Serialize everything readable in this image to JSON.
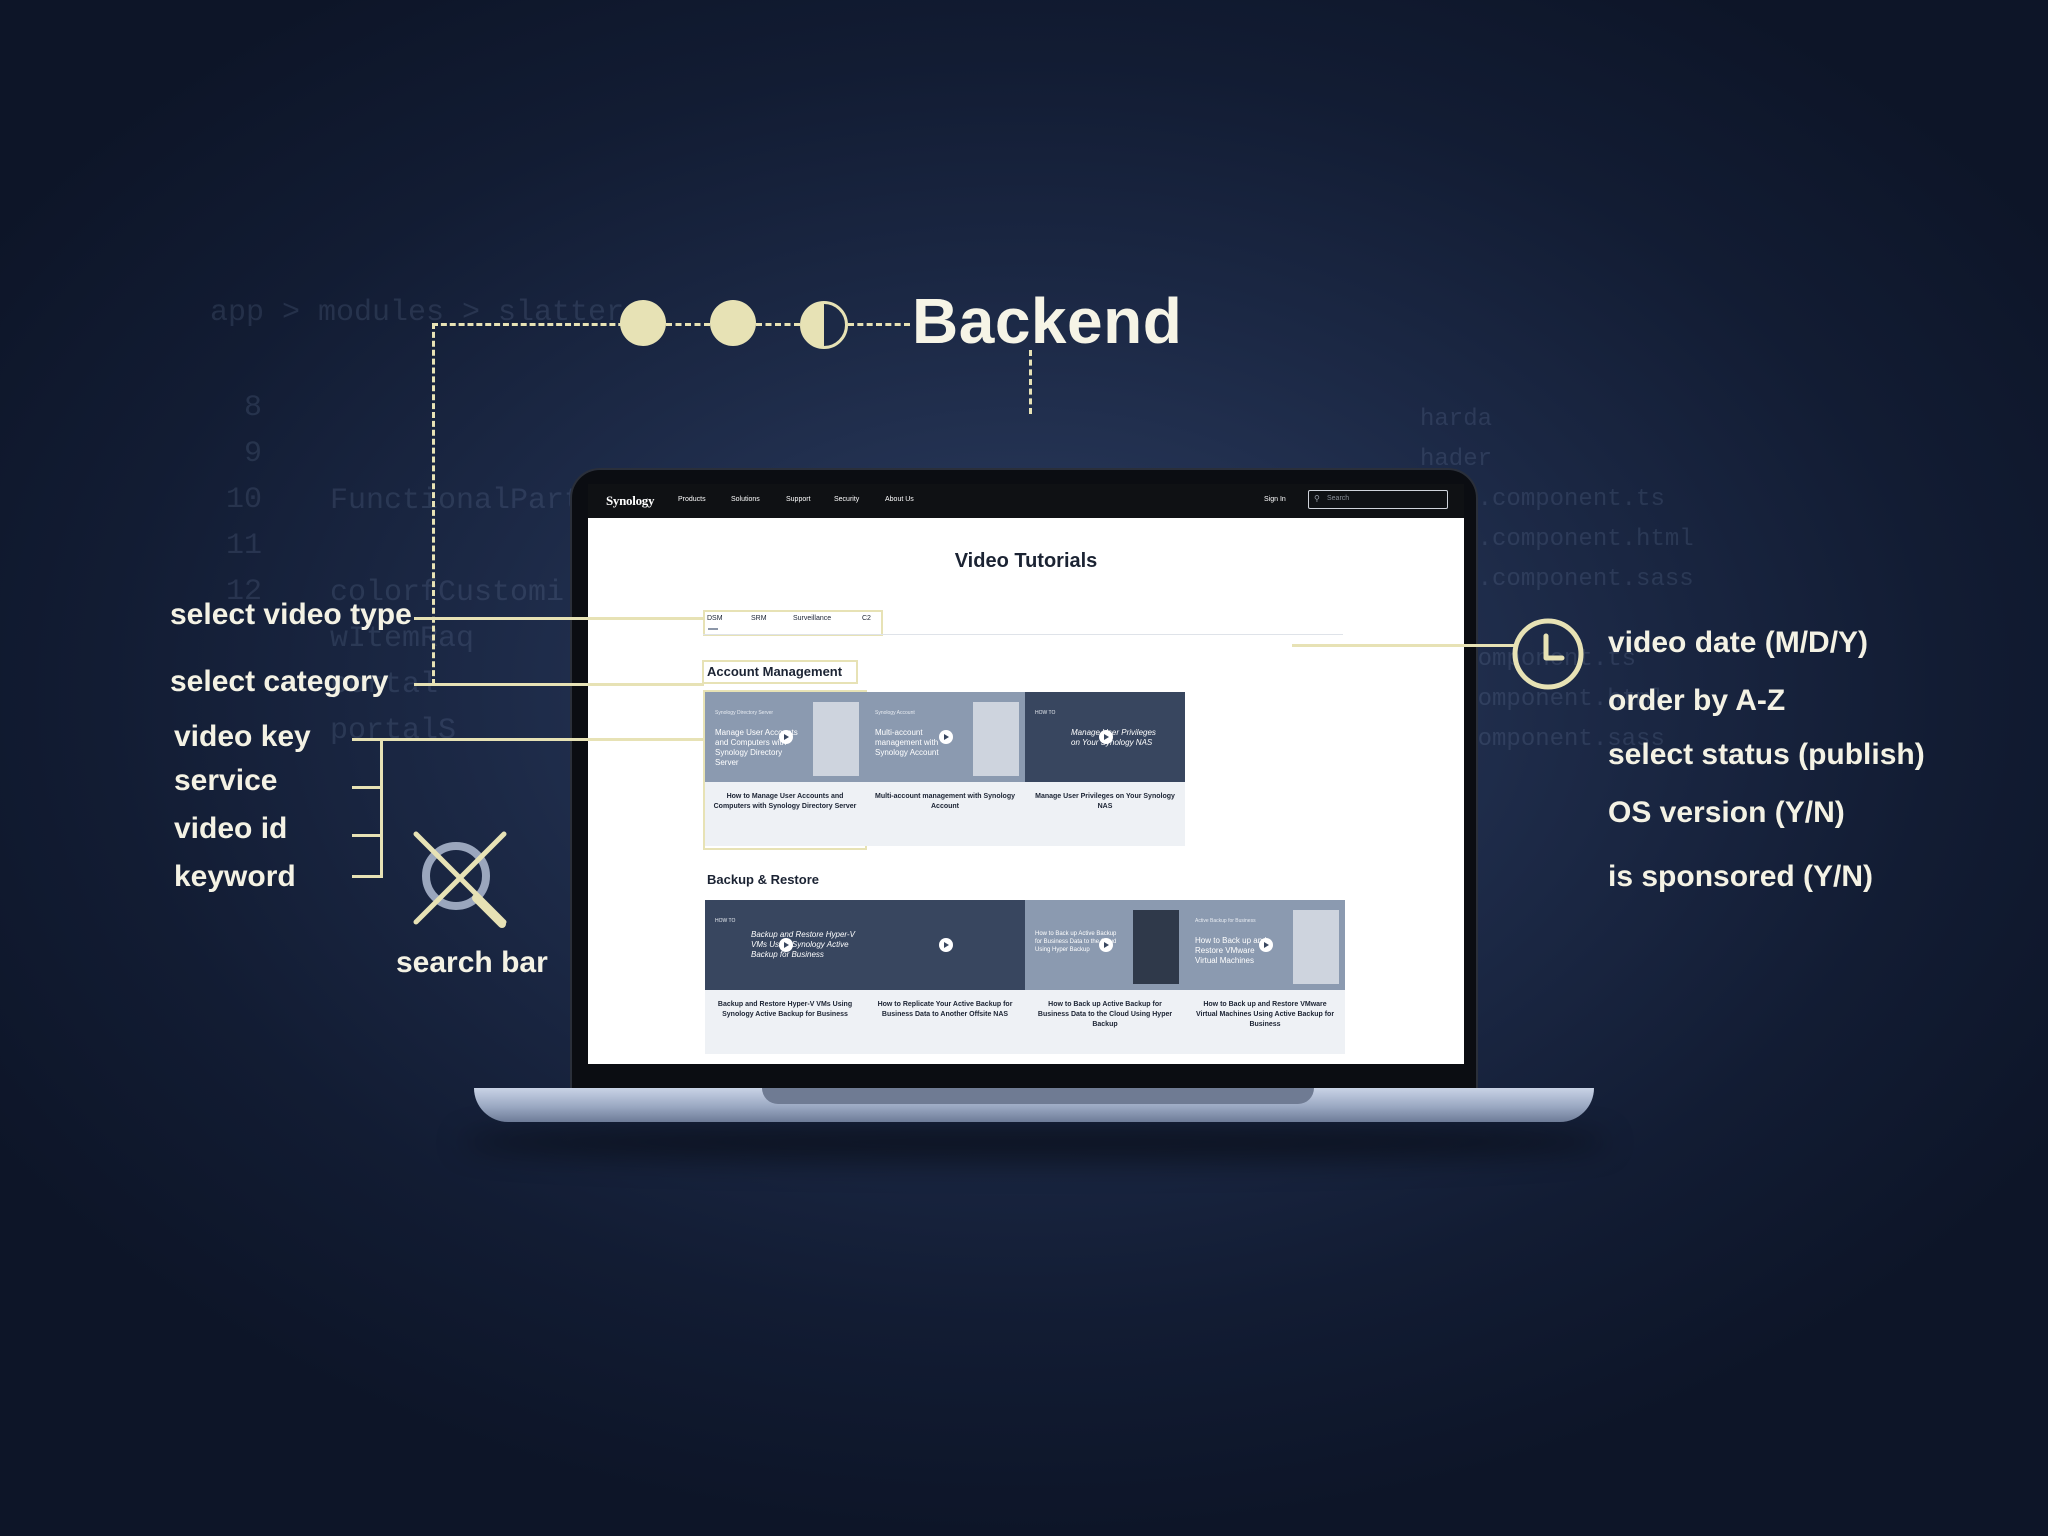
{
  "backend": {
    "title": "Backend"
  },
  "annotations": {
    "left": {
      "video_type": "select video type",
      "category": "select category",
      "video_key": "video key",
      "service": "service",
      "video_id": "video id",
      "keyword": "keyword",
      "search_bar": "search bar"
    },
    "right": {
      "video_date": "video date (M/D/Y)",
      "order": "order by A-Z",
      "status": "select status (publish)",
      "os_version": "OS version (Y/N)",
      "sponsored": "is sponsored (Y/N)"
    }
  },
  "background_code": {
    "line_numbers": [
      "8",
      "9",
      "10",
      "11",
      "12"
    ],
    "left_lines": [
      "app > modules > slatter",
      "",
      "",
      "FunctionalPart",
      "",
      "colorfCustomi",
      "wItemRaq",
      "portal",
      "portalS"
    ],
    "right_lines": [
      "harda",
      "hader",
      "nder.component.ts",
      "nder.component.html",
      "nder.component.sass",
      "",
      "er.component.ts",
      "er.component.html",
      "er.component.sass"
    ]
  },
  "site": {
    "logo": "Synology",
    "nav": [
      "Products",
      "Solutions",
      "Support",
      "Security",
      "About Us"
    ],
    "sign_in": "Sign In",
    "search_placeholder": "Search",
    "page_title": "Video Tutorials",
    "tabs": [
      "DSM",
      "SRM",
      "Surveillance",
      "C2"
    ],
    "categories": [
      {
        "title": "Account Management",
        "cards": [
          {
            "kicker": "Synology Directory Server",
            "thumb": "Manage User Accounts and Computers with Synology Directory Server",
            "caption": "How to Manage User Accounts and Computers with Synology Directory Server"
          },
          {
            "kicker": "Synology Account",
            "thumb": "Multi-account management with Synology Account",
            "caption": "Multi-account management with Synology Account"
          },
          {
            "kicker": "HOW TO",
            "thumb": "Manage User Privileges on Your Synology NAS",
            "caption": "Manage User Privileges on Your Synology NAS"
          }
        ]
      },
      {
        "title": "Backup & Restore",
        "cards": [
          {
            "kicker": "HOW TO",
            "thumb": "Backup and Restore Hyper-V VMs Using Synology Active Backup for Business",
            "caption": "Backup and Restore Hyper-V VMs Using Synology Active Backup for Business"
          },
          {
            "kicker": "",
            "thumb": "",
            "caption": "How to Replicate Your Active Backup for Business Data to Another Offsite NAS"
          },
          {
            "kicker": "",
            "thumb": "How to Back up Active Backup for Business Data to the Cloud Using Hyper Backup",
            "caption": "How to Back up Active Backup for Business Data to the Cloud Using Hyper Backup"
          },
          {
            "kicker": "Active Backup for Business",
            "thumb": "How to Back up and Restore VMware Virtual Machines",
            "caption": "How to Back up and Restore VMware Virtual Machines Using Active Backup for Business"
          }
        ]
      }
    ]
  },
  "colors": {
    "accent": "#e7e2b5",
    "background": "#1c2946",
    "nav": "#0f1114"
  }
}
